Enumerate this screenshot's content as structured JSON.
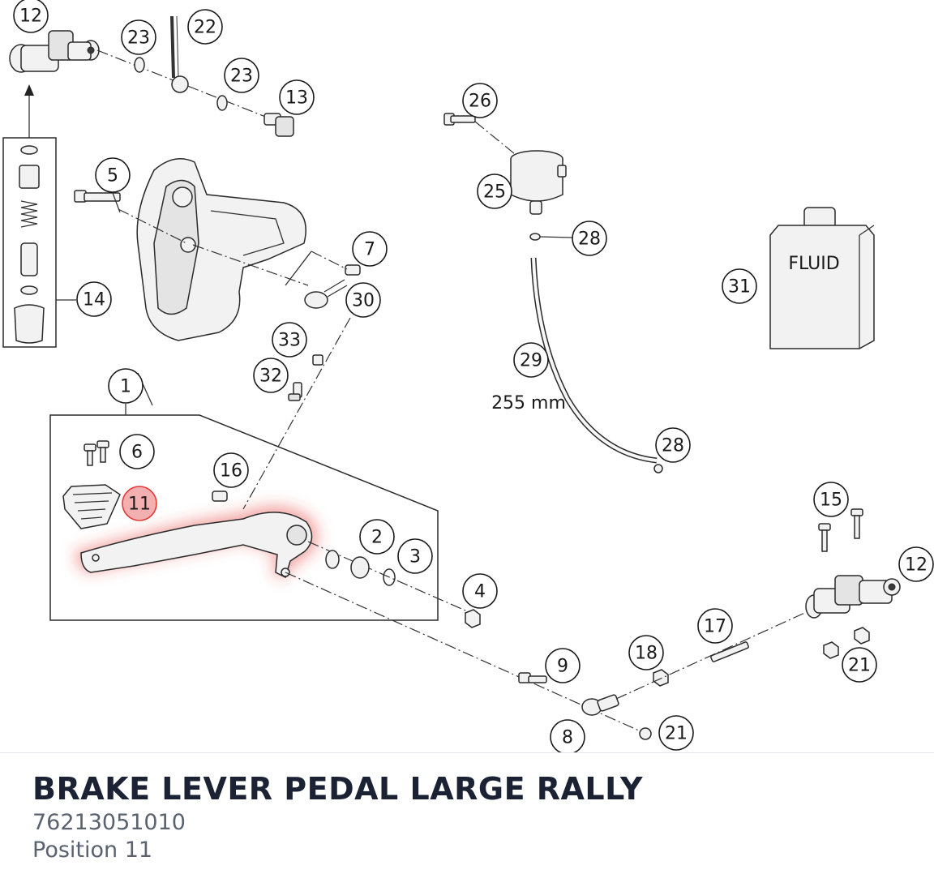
{
  "diagram": {
    "callouts": [
      {
        "label": "12"
      },
      {
        "label": "23"
      },
      {
        "label": "22"
      },
      {
        "label": "23"
      },
      {
        "label": "13"
      },
      {
        "label": "26"
      },
      {
        "label": "25"
      },
      {
        "label": "28"
      },
      {
        "label": "5"
      },
      {
        "label": "7"
      },
      {
        "label": "30"
      },
      {
        "label": "14"
      },
      {
        "label": "33"
      },
      {
        "label": "32"
      },
      {
        "label": "1"
      },
      {
        "label": "6"
      },
      {
        "label": "11"
      },
      {
        "label": "16"
      },
      {
        "label": "2"
      },
      {
        "label": "3"
      },
      {
        "label": "4"
      },
      {
        "label": "29"
      },
      {
        "label": "28"
      },
      {
        "label": "31"
      },
      {
        "label": "15"
      },
      {
        "label": "12"
      },
      {
        "label": "17"
      },
      {
        "label": "18"
      },
      {
        "label": "9"
      },
      {
        "label": "21"
      },
      {
        "label": "8"
      },
      {
        "label": "21"
      }
    ],
    "highlight_label": "11",
    "hose_length": "255 mm",
    "container_label": "FLUID",
    "highlight_color": "#e53935"
  },
  "part": {
    "name": "BRAKE LEVER PEDAL LARGE RALLY",
    "number": "76213051010",
    "position": "Position 11"
  }
}
